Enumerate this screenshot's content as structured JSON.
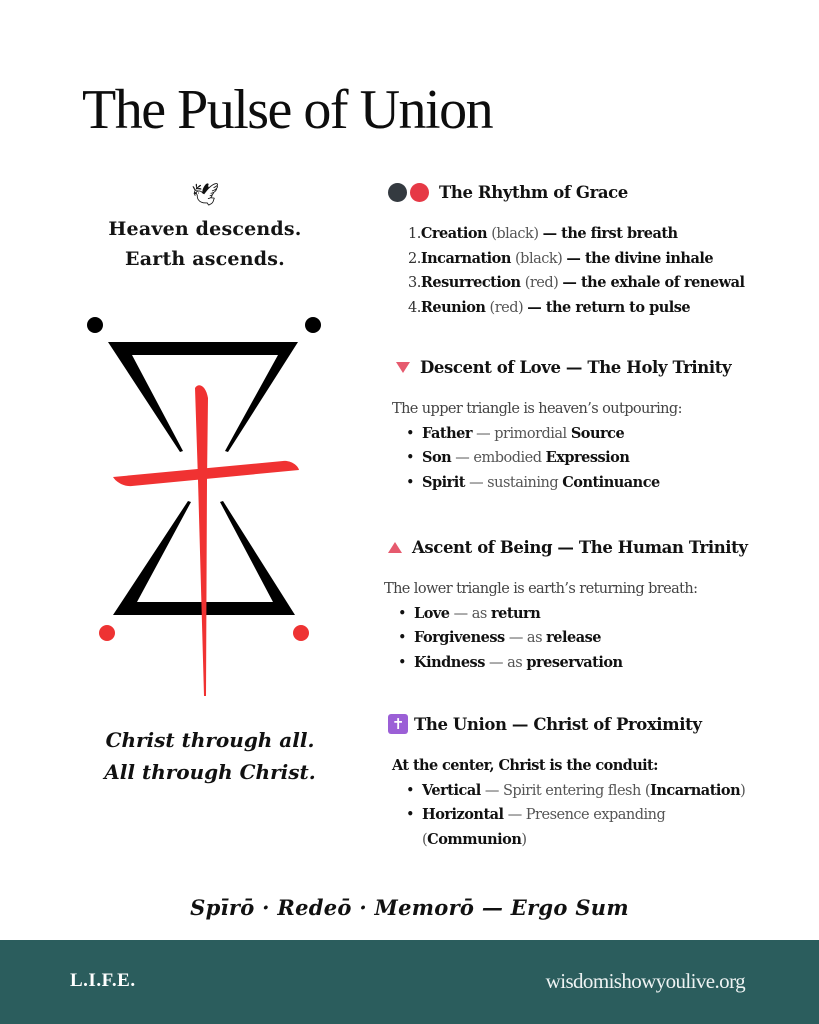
{
  "page": {
    "title": "The Pulse of Union"
  },
  "left": {
    "icon": "dove-icon",
    "dove_glyph": "🕊",
    "tagline_line1": "Heaven descends.",
    "tagline_line2": "Earth ascends.",
    "closing_line1": "Christ through all.",
    "closing_line2": "All through Christ."
  },
  "symbol": {
    "top_dots_color": "#000000",
    "bottom_dots_color": "#ee3333",
    "triangles_color": "#000000",
    "cross_color": "#f03232"
  },
  "sections": [
    {
      "icon": "black-red-circles-icon",
      "colors": [
        "#343a40",
        "#e63946"
      ],
      "heading": "The Rhythm of Grace",
      "items": [
        {
          "num": "1.",
          "term": "Creation",
          "note": "(black)",
          "desc": "— the first breath"
        },
        {
          "num": "2.",
          "term": "Incarnation",
          "note": "(black)",
          "desc": "— the divine inhale"
        },
        {
          "num": "3.",
          "term": "Resurrection",
          "note": "(red)",
          "desc": "— the exhale of renewal"
        },
        {
          "num": "4.",
          "term": "Reunion",
          "note": "(red)",
          "desc": "— the return to pulse"
        }
      ]
    },
    {
      "icon": "red-triangle-down-icon",
      "heading": "Descent of Love — The Holy Trinity",
      "intro": "The upper triangle is heaven’s outpouring:",
      "items": [
        {
          "term": "Father",
          "mid": "— primordial",
          "key": "Source"
        },
        {
          "term": "Son",
          "mid": "— embodied",
          "key": "Expression"
        },
        {
          "term": "Spirit",
          "mid": "— sustaining",
          "key": "Continuance"
        }
      ]
    },
    {
      "icon": "red-triangle-up-icon",
      "heading": "Ascent of Being — The Human Trinity",
      "intro": "The lower triangle is earth’s returning breath:",
      "items": [
        {
          "term": "Love",
          "mid": "— as",
          "key": "return"
        },
        {
          "term": "Forgiveness",
          "mid": "— as",
          "key": "release"
        },
        {
          "term": "Kindness",
          "mid": "— as",
          "key": "preservation"
        }
      ]
    },
    {
      "icon": "latin-cross-icon",
      "icon_glyph": "✝",
      "icon_color": "#9b5fd6",
      "heading": "The Union — Christ of Proximity",
      "intro": "At the center, Christ is the conduit:",
      "items": [
        {
          "term": "Vertical",
          "mid": "— Spirit entering flesh (",
          "key": "Incarnation",
          "end": ")"
        },
        {
          "term": "Horizontal",
          "mid": "— Presence expanding (",
          "key": "Communion",
          "end": ")"
        }
      ]
    }
  ],
  "motto": "Spīrō · Redeō · Memorō — Ergo Sum",
  "footer": {
    "brand": "L.I.F.E.",
    "url": "wisdomishowyoulive.org",
    "background": "#2b5d5d"
  }
}
